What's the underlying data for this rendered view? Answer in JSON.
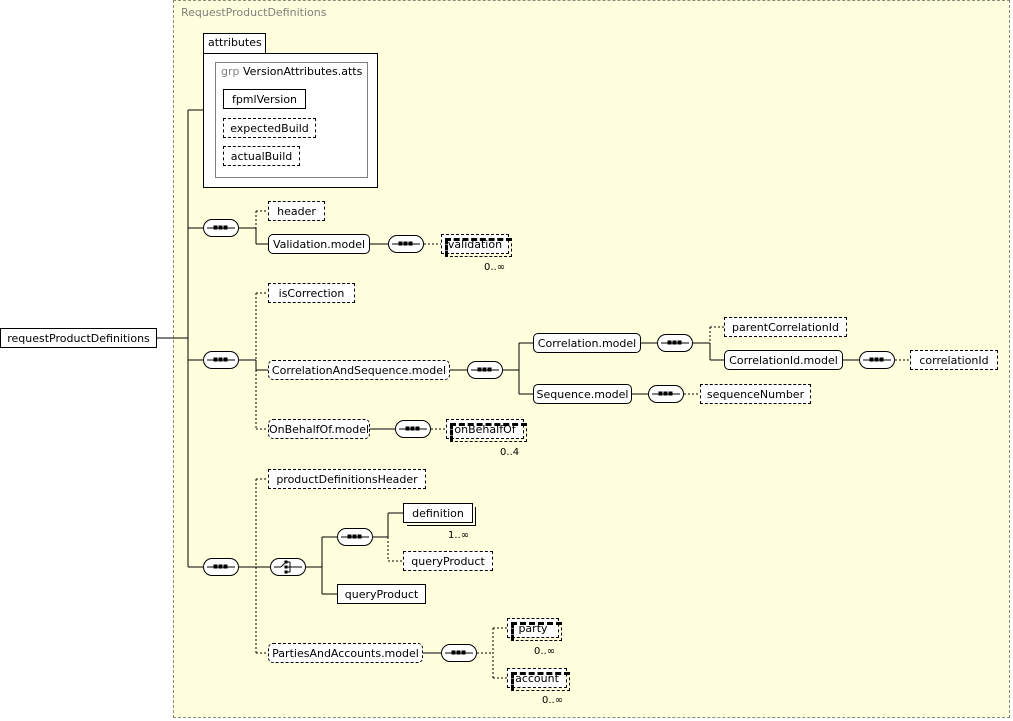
{
  "diagram": {
    "type_name": "RequestProductDefinitions",
    "root_element": "requestProductDefinitions",
    "attributes": {
      "tab_label": "attributes",
      "group_prefix": "grp",
      "group_name": "VersionAttributes.atts",
      "items": [
        "fpmlVersion",
        "expectedBuild",
        "actualBuild"
      ]
    },
    "nodes": {
      "header": "header",
      "validation_model": "Validation.model",
      "validation": "validation",
      "validation_occ": "0..∞",
      "is_correction": "isCorrection",
      "correlation_and_sequence_model": "CorrelationAndSequence.model",
      "correlation_model": "Correlation.model",
      "parent_correlation_id": "parentCorrelationId",
      "correlation_id_model": "CorrelationId.model",
      "correlation_id": "correlationId",
      "sequence_model": "Sequence.model",
      "sequence_number": "sequenceNumber",
      "on_behalf_of_model": "OnBehalfOf.model",
      "on_behalf_of": "onBehalfOf",
      "on_behalf_of_occ": "0..4",
      "product_definitions_header": "productDefinitionsHeader",
      "definition": "definition",
      "definition_occ": "1..∞",
      "query_product_optional": "queryProduct",
      "query_product": "queryProduct",
      "parties_and_accounts_model": "PartiesAndAccounts.model",
      "party": "party",
      "party_occ": "0..∞",
      "account": "account",
      "account_occ": "0..∞"
    }
  }
}
